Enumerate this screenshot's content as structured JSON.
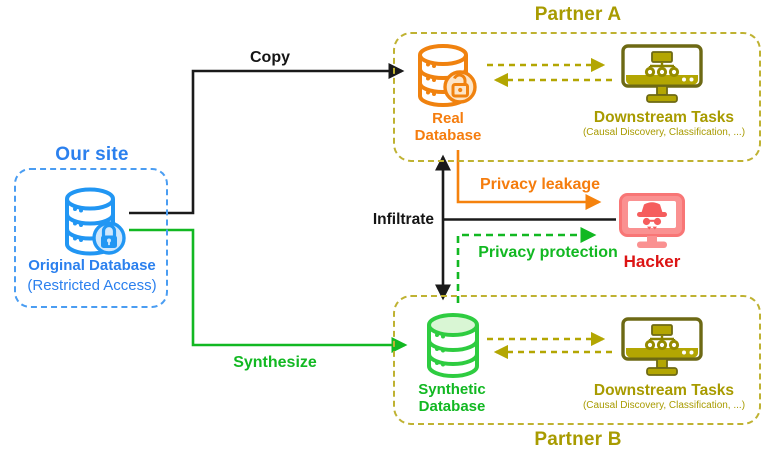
{
  "our_site": {
    "title": "Our site",
    "database_label": "Original Database",
    "database_note": "(Restricted Access)"
  },
  "partner_a": {
    "title": "Partner A",
    "database_label": "Real Database",
    "tasks_title": "Downstream Tasks",
    "tasks_note": "(Causal Discovery, Classification, ...)"
  },
  "partner_b": {
    "title": "Partner B",
    "database_label": "Synthetic Database",
    "tasks_title": "Downstream Tasks",
    "tasks_note": "(Causal Discovery, Classification, ...)"
  },
  "hacker": {
    "label": "Hacker"
  },
  "arrows": {
    "copy": "Copy",
    "synthesize": "Synthesize",
    "infiltrate": "Infiltrate",
    "privacy_leakage": "Privacy leakage",
    "privacy_protection": "Privacy protection"
  },
  "colors": {
    "blue": "#2b80ee",
    "orange": "#f57d0e",
    "green": "#12b822",
    "olive": "#a89b00",
    "red": "#dc1414",
    "black": "#151515"
  }
}
